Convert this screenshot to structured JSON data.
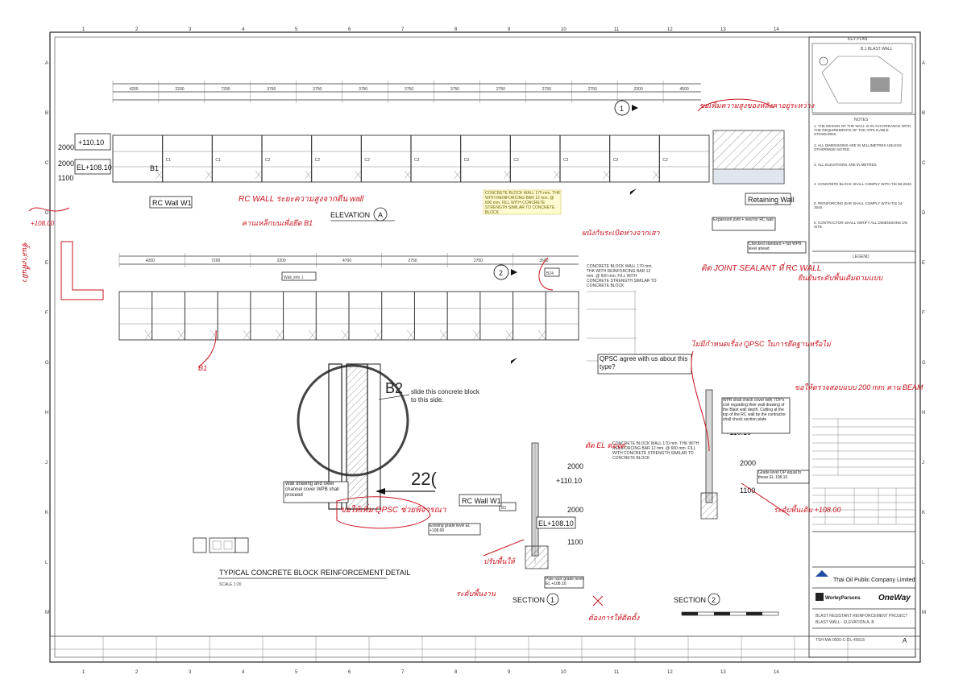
{
  "grid_columns": [
    "1",
    "2",
    "3",
    "4",
    "5",
    "6",
    "7",
    "8",
    "9",
    "10",
    "11",
    "12",
    "13",
    "14"
  ],
  "grid_rows": [
    "A",
    "B",
    "C",
    "D",
    "E",
    "F",
    "G",
    "H",
    "J",
    "K",
    "L",
    "M"
  ],
  "elevation_a": {
    "title": "ELEVATION",
    "marker": "A",
    "el_top": "+110.10",
    "el_bottom": "EL+108.10",
    "dim_2000": "2000",
    "dim_1100": "1100",
    "beam_label": "B1",
    "rc_wall_label": "RC Wall W1",
    "retaining_wall_label": "Retaining Wall",
    "section_marker": "1",
    "span_dims": [
      "4200",
      "2200",
      "7200",
      "3750",
      "3750",
      "3750",
      "2750",
      "3750",
      "2750",
      "2750",
      "2750",
      "2200",
      "4500"
    ],
    "bay_labels": [
      "C1",
      "C1",
      "C2",
      "C2",
      "C2",
      "C2",
      "C3",
      "C2",
      "C2",
      "C3",
      "C2"
    ]
  },
  "elevation_b": {
    "section_marker": "2",
    "wall_tag": "Wall_info 1",
    "box_tag": "B24",
    "span_dims": [
      "4200",
      "7200",
      "2200",
      "4700",
      "2750",
      "2750",
      "3500"
    ]
  },
  "notes_yellow": "CONCRETE BLOCK WALL 170 mm. THK WITH REINFORCING BAR 12 mm. @ 600 mm. FILL WITH CONCRETE STRENGTH SIMILAR TO CONCRETE BLOCK",
  "notes_right": "CONCRETE BLOCK WALL 170 mm. THK WITH REINFORCING BAR 12 mm. @ 600 mm. FILL WITH CONCRETE STRENGTH SIMILAR TO CONCRETE BLOCK",
  "callouts": {
    "qpsc_question": "QPSC agree with us about this type?",
    "slide_concrete": "slide this concrete block to this side.",
    "dim_220": "22(",
    "wall_drawing_note": "Wall drawing and steel channel cover WPB shall proceed",
    "wpb_note": "WPB shall check cover with TOP's civil regarding their wall drawing of the Blast wall depth. Cutting at the top of the RC wall by the contractor shall check section plate",
    "grade_level_note": "Grade level OP equal to these EL 108.10",
    "ground_floor_note": "Existing grade level EL +108.00",
    "pipe_rack_note": "Pipe rack grade level EL +108.10",
    "expansion_joint_note": "Expansion joint + seal for RC wall",
    "checked_standard_note": "Checked standard + full WPB level ahead",
    "rc_wall_label_1": "RC Wall W1"
  },
  "section_1": {
    "title": "SECTION",
    "marker": "1",
    "el_110": "+110.10",
    "el_108": "EL+108.10",
    "dim_2000a": "2000",
    "dim_2000b": "2000",
    "dim_1100": "1100",
    "tag_b2": "B2"
  },
  "section_2": {
    "title": "SECTION",
    "marker": "2",
    "el_110": "+110.10",
    "dim_2000a": "2000",
    "dim_2000b": "2000",
    "dim_1100": "1100"
  },
  "detail": {
    "title": "TYPICAL CONCRETE BLOCK REINFORCEMENT DETAIL",
    "tag_b2": "B2",
    "scale": "SCALE 1:20"
  },
  "keyplan": {
    "title": "KEY PLAN",
    "tag": "B.1 BLAST WALL"
  },
  "notes_panel": {
    "title": "NOTES",
    "items": [
      "1. THE DESIGN OF THE WALL IS IN ACCORDANCE WITH THE REQUIREMENTS OF THE APPLICABLE STANDARDS.",
      "2. ALL DIMENSIONS ARE IN MILLIMETRES UNLESS OTHERWISE NOTED.",
      "3. ALL ELEVATIONS ARE IN METRES.",
      "4. CONCRETE BLOCK SHALL COMPLY WITH TIS 58-2533.",
      "5. REINFORCING BAR SHALL COMPLY WITH TIS 24-2548.",
      "6. CONTRACTOR SHALL VERIFY ALL DIMENSIONS ON SITE."
    ],
    "legend_title": "LEGEND"
  },
  "company": {
    "client": "Thai Oil Public Company Limited",
    "consultant": "WorleyParsons",
    "contractor": "OneWay",
    "project": "BLAST RESISTANT REINFORCEMENT PROJECT",
    "drawing_title": "BLAST WALL - ELEVATION A, B",
    "drawing_no": "TSH-MA-0000-C-DL-40018",
    "revision": "A"
  },
  "handwritten": {
    "a1": "ขอเพิ่มความสูงของหลังคาอยู่ระหว่าง",
    "a2": "RC WALL ระยะความสูงจากตีน wall",
    "a3": "คานเหล็กบนเพื่อยึด B1",
    "a4": "ผนังกันระเบิดห่างจากเสา",
    "a5": "ชั้นล่างพื้นผิว",
    "a6": "ติด JOINT SEALANT ที่ RC WALL",
    "a7": "ยืนยันระดับพื้นเดิมตามแบบ",
    "a8": "ระดับพื้นเดิม +108.00",
    "a9": "ระดับพื้นงาน",
    "a10": "ไม่มีกำหนดเรื่อง QPSC ในการยึดฐานหรือไม่",
    "a11": "ขอให้ตรวจสอบแบบ 200 mm คาน BEAM",
    "a12": "ตัด EL ต่อจุด",
    "a13": "ขอให้เพิ่ม QPSC ช่วยพิจารณา",
    "a14": "ต้องการให้ติดตั้ง",
    "a15": "ปรับพื้นให้",
    "a16": "B1",
    "a17": "+108.00"
  }
}
